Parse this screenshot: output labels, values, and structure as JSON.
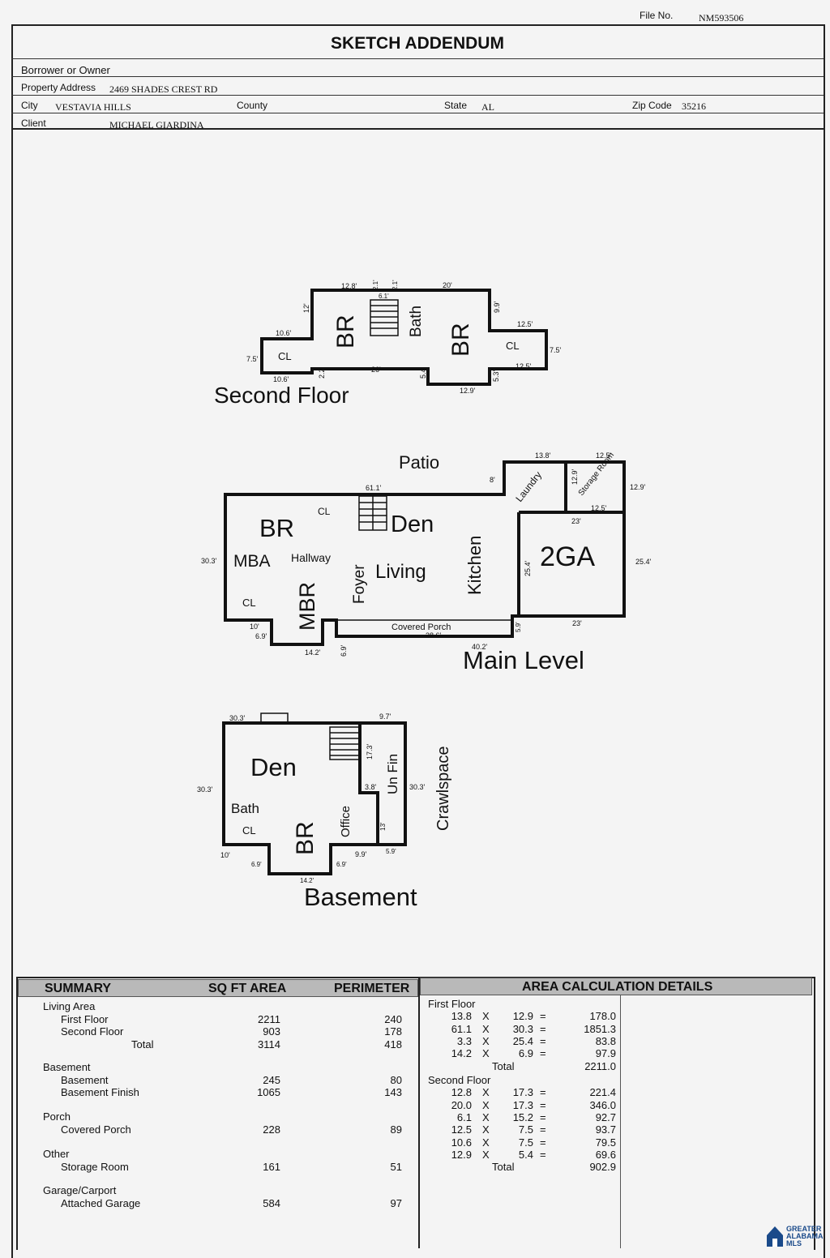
{
  "header": {
    "file_no_label": "File No.",
    "file_no": "NM593506",
    "title": "SKETCH ADDENDUM",
    "borrower_label": "Borrower or Owner",
    "borrower": "",
    "address_label": "Property Address",
    "address": "2469 SHADES CREST RD",
    "city_label": "City",
    "city": "VESTAVIA HILLS",
    "county_label": "County",
    "county": "",
    "state_label": "State",
    "state": "AL",
    "zip_label": "Zip Code",
    "zip": "35216",
    "client_label": "Client",
    "client": "MICHAEL GIARDINA"
  },
  "sketch": {
    "second_floor": {
      "title": "Second Floor",
      "rooms": [
        "BR",
        "Bath",
        "BR",
        "CL",
        "CL"
      ],
      "dims": [
        "12.8'",
        "2.1'",
        "6.1'",
        "2.1'",
        "20'",
        "12'",
        "9.9'",
        "10.6'",
        "12.5'",
        "7.5'",
        "7.5'",
        "12.5'",
        "10.6'",
        "2.2'",
        "26'",
        "5.4'",
        "5.3'",
        "12.9'"
      ]
    },
    "main_level": {
      "title": "Main Level",
      "rooms": [
        "Patio",
        "Laundry",
        "Storage Room",
        "BR",
        "CL",
        "Den",
        "Kitchen",
        "2GA",
        "MBA",
        "Hallway",
        "MBR",
        "Foyer",
        "Living",
        "CL",
        "Covered Porch"
      ],
      "dims": [
        "13.8'",
        "12.5'",
        "8'",
        "61.1'",
        "12.9'",
        "12.9'",
        "12.5'",
        "23'",
        "30.3'",
        "25.4'",
        "25.4'",
        "23'",
        "10'",
        "6.9'",
        "38.6'",
        "5.9'",
        "40.2'",
        "14.2'",
        "6.9'"
      ]
    },
    "basement": {
      "title": "Basement",
      "rooms": [
        "Den",
        "Un Fin",
        "Crawlspace",
        "Bath",
        "CL",
        "BR",
        "Office"
      ],
      "dims": [
        "30.3'",
        "9.7'",
        "17.3'",
        "30.3'",
        "3.8'",
        "30.3'",
        "13'",
        "10'",
        "6.9'",
        "6.9'",
        "9.9'",
        "5.9'",
        "14.2'"
      ]
    }
  },
  "summary": {
    "headers": [
      "SUMMARY",
      "SQ FT AREA",
      "PERIMETER",
      "AREA CALCULATION DETAILS"
    ],
    "groups": [
      {
        "name": "Living Area",
        "rows": [
          {
            "label": "First Floor",
            "area": "2211",
            "perimeter": "240"
          },
          {
            "label": "Second Floor",
            "area": "903",
            "perimeter": "178"
          },
          {
            "label": "Total",
            "area": "3114",
            "perimeter": "418"
          }
        ]
      },
      {
        "name": "Basement",
        "rows": [
          {
            "label": "Basement",
            "area": "245",
            "perimeter": "80"
          },
          {
            "label": "Basement Finish",
            "area": "1065",
            "perimeter": "143"
          }
        ]
      },
      {
        "name": "Porch",
        "rows": [
          {
            "label": "Covered Porch",
            "area": "228",
            "perimeter": "89"
          }
        ]
      },
      {
        "name": "Other",
        "rows": [
          {
            "label": "Storage Room",
            "area": "161",
            "perimeter": "51"
          }
        ]
      },
      {
        "name": "Garage/Carport",
        "rows": [
          {
            "label": "Attached Garage",
            "area": "584",
            "perimeter": "97"
          }
        ]
      }
    ],
    "details": [
      {
        "name": "First Floor",
        "rows": [
          {
            "a": "13.8",
            "b": "12.9",
            "r": "178.0"
          },
          {
            "a": "61.1",
            "b": "30.3",
            "r": "1851.3"
          },
          {
            "a": "3.3",
            "b": "25.4",
            "r": "83.8"
          },
          {
            "a": "14.2",
            "b": "6.9",
            "r": "97.9"
          }
        ],
        "total_label": "Total",
        "total": "2211.0"
      },
      {
        "name": "Second Floor",
        "rows": [
          {
            "a": "12.8",
            "b": "17.3",
            "r": "221.4"
          },
          {
            "a": "20.0",
            "b": "17.3",
            "r": "346.0"
          },
          {
            "a": "6.1",
            "b": "15.2",
            "r": "92.7"
          },
          {
            "a": "12.5",
            "b": "7.5",
            "r": "93.7"
          },
          {
            "a": "10.6",
            "b": "7.5",
            "r": "79.5"
          },
          {
            "a": "12.9",
            "b": "5.4",
            "r": "69.6"
          }
        ],
        "total_label": "Total",
        "total": "902.9"
      }
    ],
    "x_symbol": "X",
    "eq_symbol": "="
  },
  "logo": {
    "line1": "GREATER",
    "line2": "ALABAMA",
    "line3": "MLS"
  }
}
